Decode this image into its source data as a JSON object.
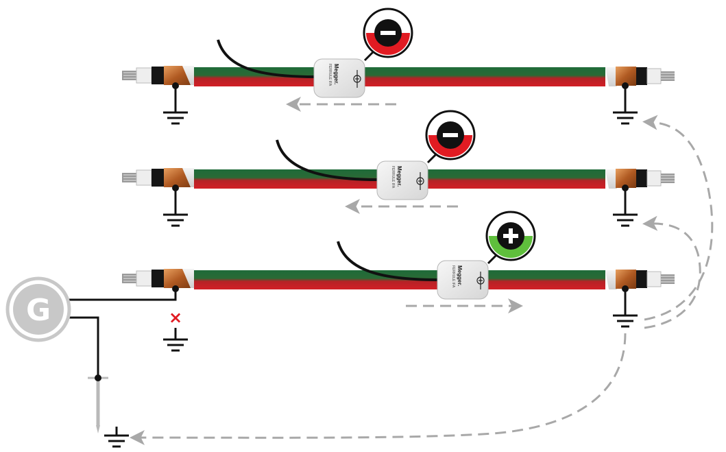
{
  "generator": {
    "label": "G",
    "icon": "generator-icon"
  },
  "sensor": {
    "brand": "Megger.",
    "model": "FERRULE IFA",
    "icon": "current-sensor-icon"
  },
  "cables": [
    {
      "id": "top",
      "polarity": "negative",
      "symbol": "−",
      "indicator_color": "#e11b22",
      "flow_direction": "left",
      "near_end_grounded": true
    },
    {
      "id": "middle",
      "polarity": "negative",
      "symbol": "−",
      "indicator_color": "#e11b22",
      "flow_direction": "left",
      "near_end_grounded": true
    },
    {
      "id": "bottom",
      "polarity": "positive",
      "symbol": "+",
      "indicator_color": "#5fbf3c",
      "flow_direction": "right",
      "near_end_grounded": false
    }
  ],
  "disconnected_ground_mark": "×",
  "colors": {
    "cable_green": "#1f6b3a",
    "cable_red": "#d21f26",
    "generator": "#c8c8c8",
    "flow_arrow": "#a8a8a8",
    "wire": "#111111",
    "open_mark": "#e11b22"
  }
}
